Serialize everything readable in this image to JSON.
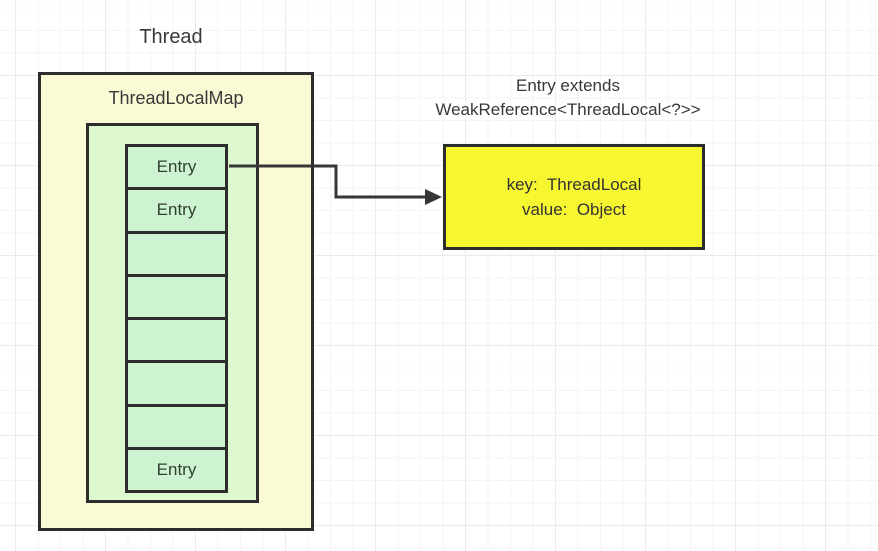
{
  "diagram": {
    "thread_label": "Thread",
    "map_box": {
      "title": "ThreadLocalMap"
    },
    "entries": [
      {
        "label": "Entry"
      },
      {
        "label": "Entry"
      },
      {
        "label": ""
      },
      {
        "label": ""
      },
      {
        "label": ""
      },
      {
        "label": ""
      },
      {
        "label": ""
      },
      {
        "label": "Entry"
      }
    ],
    "entry_note": {
      "title_line1": "Entry extends",
      "title_line2": "WeakReference<ThreadLocal<?>>",
      "body_line1": "key:  ThreadLocal",
      "body_line2": "value:  Object"
    },
    "colors": {
      "outer_box_fill": "#fafbd4",
      "inner_box_fill": "#def8d0",
      "entry_cell_fill": "#cef3d1",
      "note_box_fill": "#f7f731",
      "border": "#2d2d2d",
      "arrow": "#363636"
    }
  }
}
